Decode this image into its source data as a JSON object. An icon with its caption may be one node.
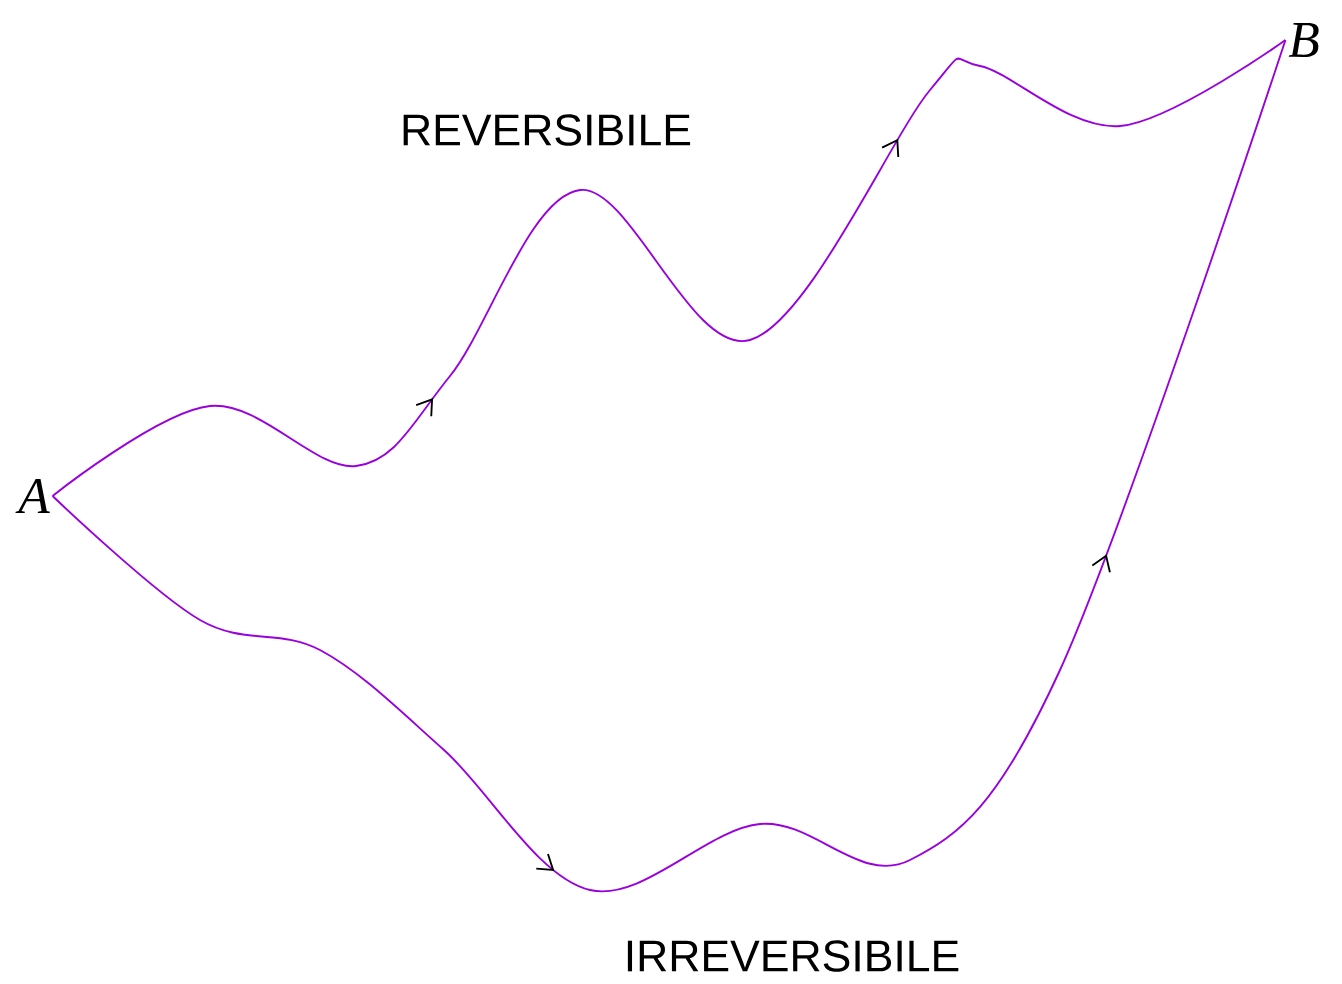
{
  "diagram": {
    "nodes": [
      {
        "text": [
          "A"
        ]
      },
      {
        "text": [
          "B"
        ]
      }
    ],
    "edges": [
      {
        "from": 0,
        "to": 1,
        "arrow": "to",
        "label": "REVERSIBILE"
      },
      {
        "from": 0,
        "to": 1,
        "arrow": "to",
        "label": "IRREVERSIBILE"
      }
    ]
  }
}
